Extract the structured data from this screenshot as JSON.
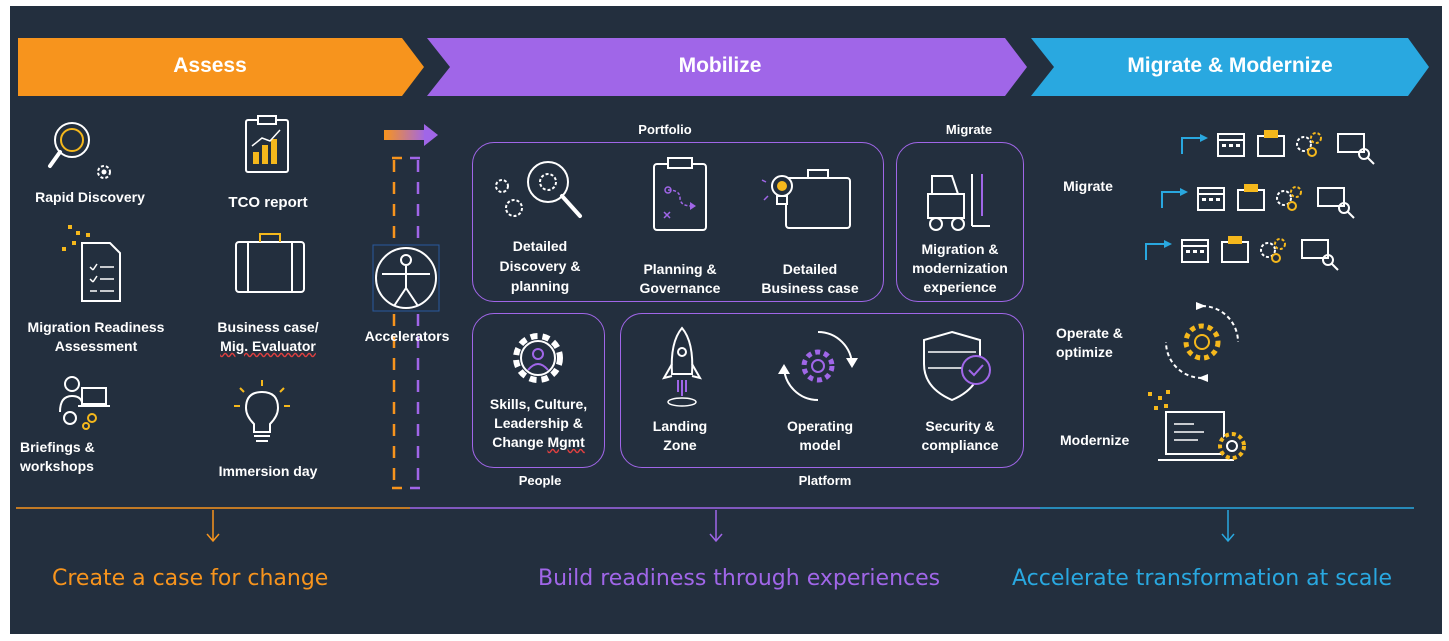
{
  "colors": {
    "background": "#232f3e",
    "assess": "#f7941d",
    "mobilize": "#a066e8",
    "migrate": "#29a8e0",
    "icon_line": "#ffffff",
    "icon_accent": "#f5b81c"
  },
  "phases": {
    "assess": {
      "title": "Assess",
      "tagline": "Create a case for change"
    },
    "mobilize": {
      "title": "Mobilize",
      "tagline": "Build readiness through experiences"
    },
    "migrate": {
      "title": "Migrate & Modernize",
      "tagline": "Accelerate transformation at scale"
    }
  },
  "assess": {
    "rapid_discovery": "Rapid Discovery",
    "tco_report": "TCO report",
    "mra_line1": "Migration Readiness",
    "mra_line2": "Assessment",
    "bc_line1": "Business case/",
    "bc_line2": "Mig. Evaluator",
    "briefings_line1": "Briefings &",
    "briefings_line2": "workshops",
    "immersion_day": "Immersion day"
  },
  "accelerators": "Accelerators",
  "mobilize": {
    "portfolio": "Portfolio",
    "migrate_group": "Migrate",
    "people": "People",
    "platform": "Platform",
    "ddp_line1": "Detailed",
    "ddp_line2": "Discovery &",
    "ddp_line3": "planning",
    "pg_line1": "Planning &",
    "pg_line2": "Governance",
    "dbc_line1": "Detailed",
    "dbc_line2": "Business case",
    "mme_line1": "Migration &",
    "mme_line2": "modernization",
    "mme_line3": "experience",
    "sclc_line1": "Skills, Culture,",
    "sclc_line2": "Leadership &",
    "sclc_line3": "Change ",
    "sclc_mgmt": "Mgmt",
    "lz_line1": "Landing",
    "lz_line2": "Zone",
    "om_line1": "Operating",
    "om_line2": "model",
    "sc_line1": "Security &",
    "sc_line2": "compliance"
  },
  "migrate": {
    "migrate": "Migrate",
    "operate_line1": "Operate &",
    "operate_line2": "optimize",
    "modernize": "Modernize"
  }
}
